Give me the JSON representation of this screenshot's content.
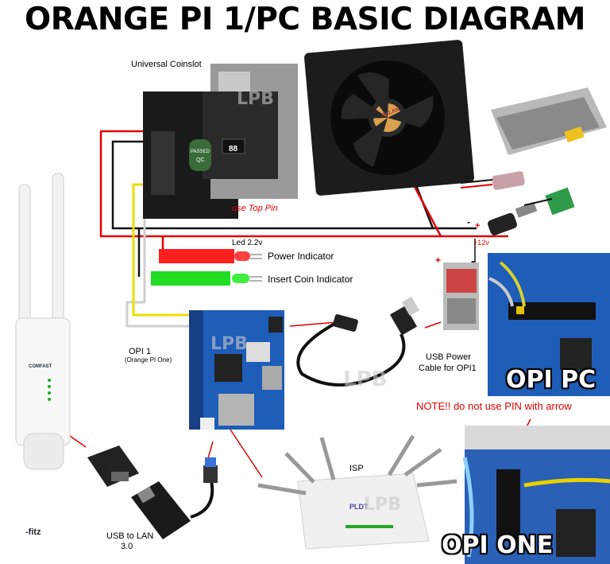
{
  "title": "ORANGE PI 1/PC BASIC DIAGRAM",
  "labels": {
    "coinslot": "Universal Coinslot",
    "use_top_pin": "use Top Pin",
    "led": "Led 2.2v",
    "power_indicator": "Power Indicator",
    "coin_indicator": "Insert Coin Indicator",
    "opi1_line1": "OPI 1",
    "opi1_line2": "(Orange PI One)",
    "usb_power_line1": "USB Power",
    "usb_power_line2": "Cable for OPI1",
    "opi_pc": "OPI PC",
    "note": "NOTE!! do not  use PIN with arrow",
    "isp": "ISP",
    "usb_lan_line1": "USB to LAN",
    "usb_lan_line2": "3.0",
    "opi_one": "OPI ONE",
    "author": "-fitz",
    "plus12": "+12v",
    "plus": "+",
    "minus": "-",
    "plus_b": "+",
    "minus_b": "-",
    "watermark_lpb": "LPB",
    "ap_brand": "COMFAST",
    "fan_label": "ALLAN",
    "router_brand": "PLDT",
    "coin_badge_line1": "PASSED",
    "coin_badge_line2": "QC",
    "coin_display": "88"
  },
  "colors": {
    "wire_red": "#e00000",
    "wire_black": "#111111",
    "wire_yellow": "#e8e000",
    "wire_white": "#d8d8d8",
    "led_red": "#ff2020",
    "led_green": "#22dd22",
    "board_blue": "#1e5db8"
  }
}
